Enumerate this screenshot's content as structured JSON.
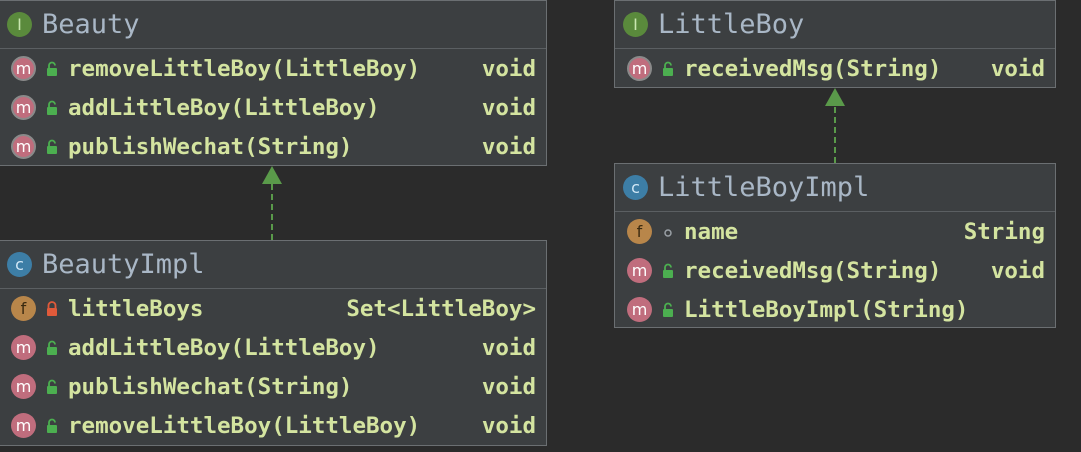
{
  "colors": {
    "background": "#2b2b2b",
    "box_bg": "#3c3f41",
    "member_text": "#d4e4a0",
    "title_text": "#a9b7c6",
    "interface_badge": "#5a8a3c",
    "class_badge": "#3d7ea6",
    "field_badge": "#b8864a",
    "method_badge": "#c06d7d",
    "public_icon": "#4caf50",
    "private_icon": "#e05a3a",
    "arrow": "#5a9a4a"
  },
  "boxes": {
    "beauty": {
      "kind_letter": "I",
      "title": "Beauty",
      "members": [
        {
          "kind": "m",
          "visibility": "public",
          "name": "removeLittleBoy(LittleBoy)",
          "type": "void"
        },
        {
          "kind": "m",
          "visibility": "public",
          "name": "addLittleBoy(LittleBoy)",
          "type": "void"
        },
        {
          "kind": "m",
          "visibility": "public",
          "name": "publishWechat(String)",
          "type": "void"
        }
      ]
    },
    "beautyImpl": {
      "kind_letter": "c",
      "title": "BeautyImpl",
      "members": [
        {
          "kind": "f",
          "visibility": "private",
          "name": "littleBoys",
          "type": "Set<LittleBoy>"
        },
        {
          "kind": "m",
          "visibility": "public",
          "name": "addLittleBoy(LittleBoy)",
          "type": "void"
        },
        {
          "kind": "m",
          "visibility": "public",
          "name": "publishWechat(String)",
          "type": "void"
        },
        {
          "kind": "m",
          "visibility": "public",
          "name": "removeLittleBoy(LittleBoy)",
          "type": "void"
        }
      ]
    },
    "littleBoy": {
      "kind_letter": "I",
      "title": "LittleBoy",
      "members": [
        {
          "kind": "m",
          "visibility": "public",
          "name": "receivedMsg(String)",
          "type": "void"
        }
      ]
    },
    "littleBoyImpl": {
      "kind_letter": "c",
      "title": "LittleBoyImpl",
      "members": [
        {
          "kind": "f",
          "visibility": "package",
          "name": "name",
          "type": "String"
        },
        {
          "kind": "m",
          "visibility": "public",
          "name": "receivedMsg(String)",
          "type": "void"
        },
        {
          "kind": "m",
          "visibility": "public",
          "name": "LittleBoyImpl(String)",
          "type": ""
        }
      ]
    }
  },
  "relations": [
    {
      "from": "beautyImpl",
      "to": "beauty",
      "kind": "realization"
    },
    {
      "from": "littleBoyImpl",
      "to": "littleBoy",
      "kind": "realization"
    }
  ]
}
